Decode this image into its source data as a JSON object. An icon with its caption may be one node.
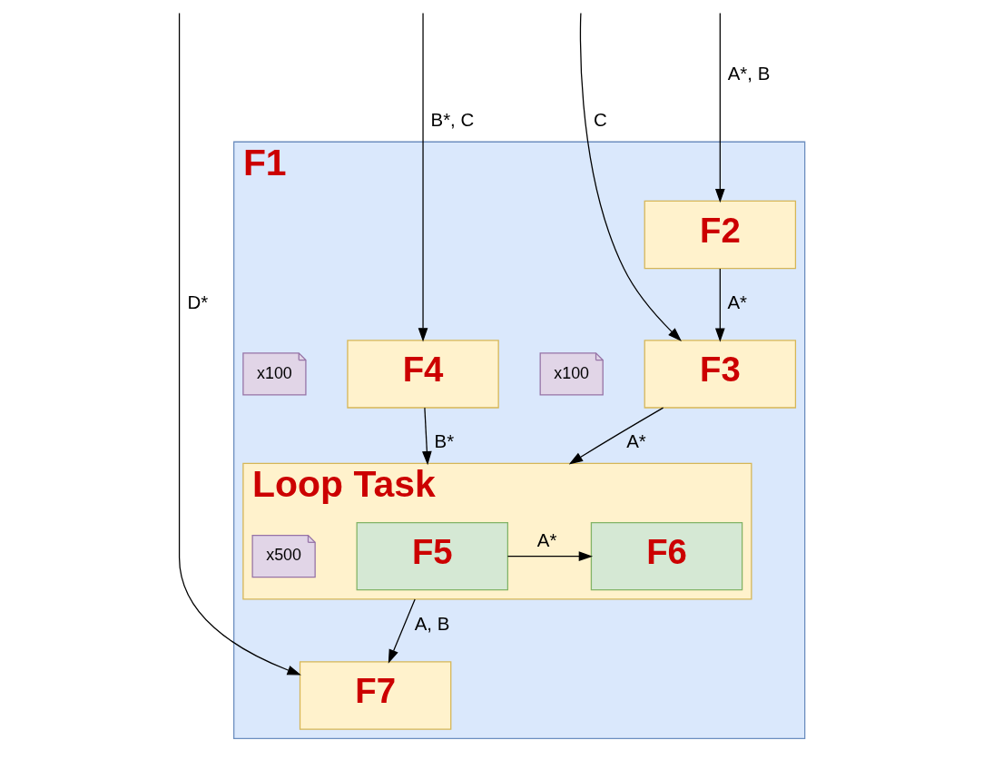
{
  "diagram": {
    "nodes": [
      {
        "text": [
          "F1"
        ]
      },
      {
        "text": [
          "F2"
        ],
        "in": 0
      },
      {
        "text": [
          "F3"
        ],
        "in": 0
      },
      {
        "text": [
          "x100"
        ],
        "in": 0
      },
      {
        "text": [
          "F4"
        ],
        "in": 0
      },
      {
        "text": [
          "x100"
        ],
        "in": 0
      },
      {
        "text": [
          "Loop Task"
        ],
        "in": 0
      },
      {
        "text": [
          "F5"
        ],
        "in": 6
      },
      {
        "text": [
          "F6"
        ],
        "in": 6
      },
      {
        "text": [
          "x500"
        ],
        "in": 6
      },
      {
        "text": [
          "F7"
        ],
        "in": 0
      }
    ],
    "edges": [
      {
        "from": null,
        "to": 1,
        "arrow": "to",
        "label": "A*, B"
      },
      {
        "from": null,
        "to": 2,
        "arrow": "to",
        "label": "C"
      },
      {
        "from": 1,
        "to": 2,
        "arrow": "to",
        "label": "A*"
      },
      {
        "from": null,
        "to": 4,
        "arrow": "to",
        "label": "B*, C"
      },
      {
        "from": 2,
        "to": 6,
        "arrow": "to",
        "label": "A*"
      },
      {
        "from": 4,
        "to": 6,
        "arrow": "to",
        "label": "B*"
      },
      {
        "from": 7,
        "to": 8,
        "arrow": "to",
        "label": "A*"
      },
      {
        "from": 6,
        "to": 10,
        "arrow": "to",
        "label": "A, B"
      },
      {
        "from": null,
        "to": 10,
        "arrow": "to",
        "label": "D*"
      }
    ]
  }
}
